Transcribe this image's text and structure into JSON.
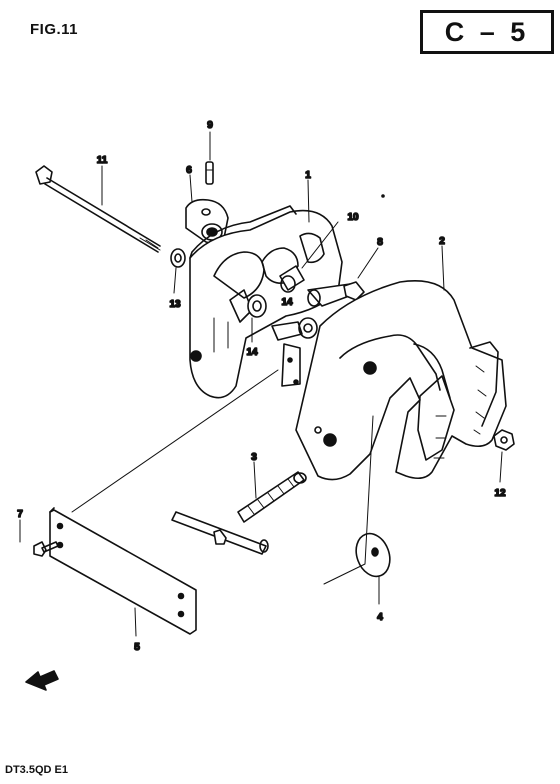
{
  "header": {
    "figure_label": "FIG.11",
    "page_code": "C – 5"
  },
  "footer": {
    "model_code": "DT3.5QD E1"
  },
  "callouts": [
    {
      "id": "1",
      "text": "1"
    },
    {
      "id": "2",
      "text": "2"
    },
    {
      "id": "3",
      "text": "3"
    },
    {
      "id": "4",
      "text": "4"
    },
    {
      "id": "5",
      "text": "5"
    },
    {
      "id": "6",
      "text": "6"
    },
    {
      "id": "7",
      "text": "7"
    },
    {
      "id": "8",
      "text": "8"
    },
    {
      "id": "9",
      "text": "9"
    },
    {
      "id": "10",
      "text": "10"
    },
    {
      "id": "11",
      "text": "11"
    },
    {
      "id": "12",
      "text": "12"
    },
    {
      "id": "13",
      "text": "13"
    },
    {
      "id": "14a",
      "text": "14"
    },
    {
      "id": "14b",
      "text": "14"
    }
  ],
  "icons": {
    "direction": "forward-arrow-icon"
  }
}
